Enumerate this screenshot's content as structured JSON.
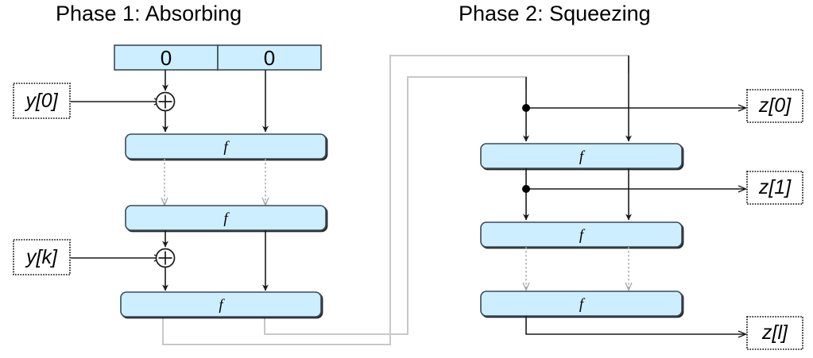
{
  "figure": {
    "type": "sponge-construction-diagram",
    "background_color": "#ffffff",
    "box_fill": "#cceeff",
    "box_stroke": "#3b4a54",
    "solid_arrow_color": "#1a1a1a",
    "dashed_arrow_color": "#a6a6a6",
    "feedback_line_color": "#c8c8c8",
    "io_box_stroke": "#000000"
  },
  "phases": {
    "phase1": {
      "title": "Phase 1: Absorbing"
    },
    "phase2": {
      "title": "Phase 2: Squeezing"
    }
  },
  "initial_state": {
    "rate_cell": "0",
    "capacity_cell": "0"
  },
  "permutation": {
    "label": "f",
    "phase1_count": 3,
    "phase2_count": 3
  },
  "inputs": [
    {
      "name": "input-y0",
      "label": "y[0]"
    },
    {
      "name": "input-yk",
      "label": "y[k]"
    }
  ],
  "outputs": [
    {
      "name": "output-z0",
      "label": "z[0]"
    },
    {
      "name": "output-z1",
      "label": "z[1]"
    },
    {
      "name": "output-zl",
      "label": "z[l]"
    }
  ],
  "operators": [
    {
      "name": "xor-top",
      "glyph": "+"
    },
    {
      "name": "xor-bottom",
      "glyph": "+"
    }
  ]
}
